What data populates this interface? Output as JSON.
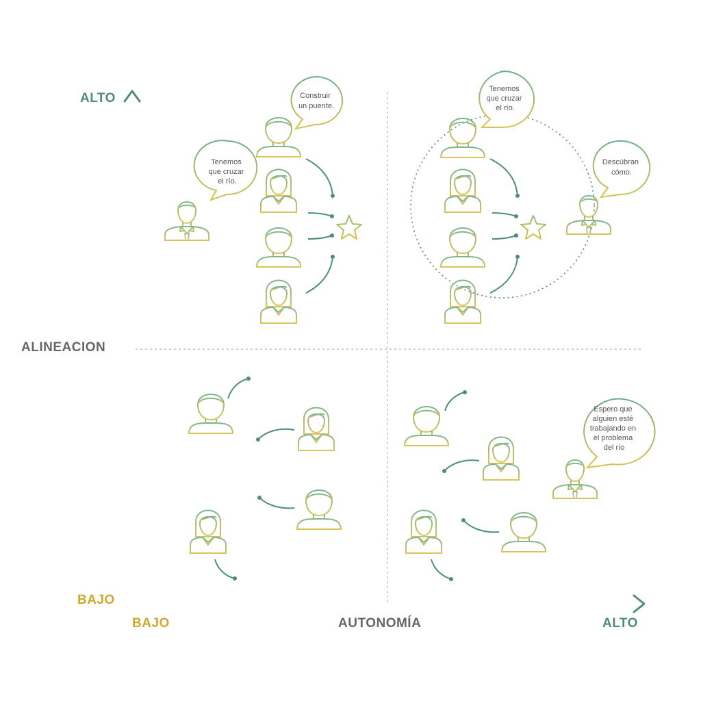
{
  "axes": {
    "y_title": "ALINEACION",
    "y_high": "ALTO",
    "y_low": "BAJO",
    "x_title": "AUTONOMÍA",
    "x_low": "BAJO",
    "x_high": "ALTO"
  },
  "quadrants": {
    "top_left": {
      "leader_bubble": [
        "Tenemos",
        "que cruzar",
        "el río."
      ],
      "team_bubble": [
        "Construir",
        "un puente."
      ]
    },
    "top_right": {
      "team_bubble": [
        "Tenemos",
        "que cruzar",
        "el río."
      ],
      "leader_bubble": [
        "Descúbran",
        "cómo."
      ]
    },
    "bottom_right": {
      "leader_bubble": [
        "Espero que",
        "alguien esté",
        "trabajando en",
        "el problema",
        "del río"
      ]
    }
  },
  "colors": {
    "teal": "#4e8c7c",
    "gold": "#cfb23a",
    "green": "#9cc06a",
    "grey_text": "#666666",
    "dots": "#6b8b80"
  },
  "icons": [
    "male-person-icon",
    "female-person-icon",
    "leader-person-icon",
    "star-icon",
    "speech-bubble-icon"
  ]
}
